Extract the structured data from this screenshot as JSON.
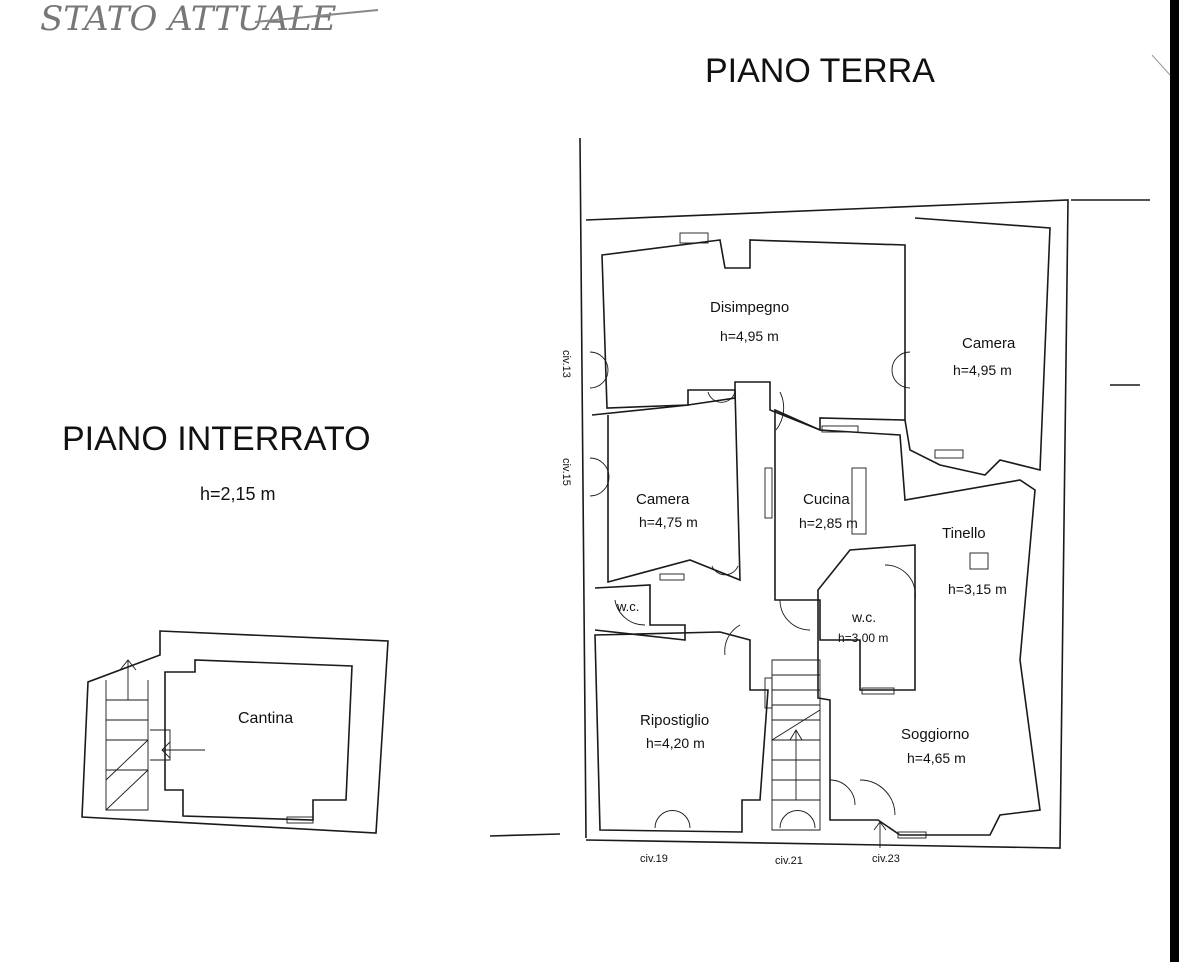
{
  "handwritten_note": "STATO ATTUALE",
  "basement": {
    "title": "PIANO INTERRATO",
    "height": "h=2,15 m",
    "rooms": [
      {
        "name": "Cantina"
      }
    ]
  },
  "ground_floor": {
    "title": "PIANO TERRA",
    "rooms": [
      {
        "name": "Disimpegno",
        "height": "h=4,95 m"
      },
      {
        "name": "Camera",
        "height": "h=4,95 m"
      },
      {
        "name": "Camera",
        "height": "h=4,75 m"
      },
      {
        "name": "Cucina",
        "height": "h=2,85 m"
      },
      {
        "name": "Tinello",
        "height": "h=3,15 m"
      },
      {
        "name": "w.c.",
        "height": "h=3,00 m"
      },
      {
        "name": "w.c.",
        "height": ""
      },
      {
        "name": "Ripostiglio",
        "height": "h=4,20 m"
      },
      {
        "name": "Soggiorno",
        "height": "h=4,65 m"
      }
    ],
    "entrances": [
      "civ.13",
      "civ.15",
      "civ.19",
      "civ.21",
      "civ.23"
    ]
  }
}
